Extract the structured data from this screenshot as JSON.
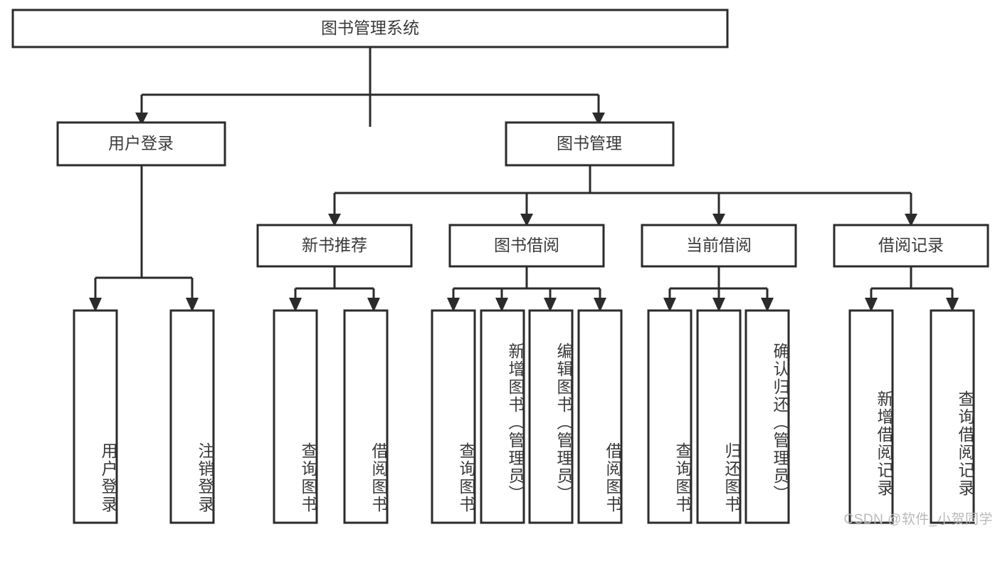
{
  "diagram": {
    "type": "tree",
    "title": "图书管理系统",
    "root": {
      "id": "root",
      "label": "图书管理系统"
    },
    "level2": [
      {
        "id": "user-login",
        "label": "用户登录"
      },
      {
        "id": "book-manage",
        "label": "图书管理"
      }
    ],
    "level3": [
      {
        "id": "new-book-rec",
        "label": "新书推荐",
        "parent": "book-manage"
      },
      {
        "id": "book-borrow",
        "label": "图书借阅",
        "parent": "book-manage"
      },
      {
        "id": "current-borrow",
        "label": "当前借阅",
        "parent": "book-manage"
      },
      {
        "id": "borrow-record",
        "label": "借阅记录",
        "parent": "book-manage"
      }
    ],
    "leaves": [
      {
        "id": "leaf-user-login",
        "label": "用户登录",
        "parent": "user-login"
      },
      {
        "id": "leaf-logout-login",
        "label": "注销登录",
        "parent": "user-login"
      },
      {
        "id": "leaf-query-book-1",
        "label": "查询图书",
        "parent": "new-book-rec"
      },
      {
        "id": "leaf-borrow-book-1",
        "label": "借阅图书",
        "parent": "new-book-rec"
      },
      {
        "id": "leaf-query-book-2",
        "label": "查询图书",
        "parent": "book-borrow"
      },
      {
        "id": "leaf-add-book",
        "label": "新增图书（管理员）",
        "parent": "book-borrow"
      },
      {
        "id": "leaf-edit-book",
        "label": "编辑图书（管理员）",
        "parent": "book-borrow"
      },
      {
        "id": "leaf-borrow-book-2",
        "label": "借阅图书",
        "parent": "book-borrow"
      },
      {
        "id": "leaf-query-book-3",
        "label": "查询图书",
        "parent": "current-borrow"
      },
      {
        "id": "leaf-return-book",
        "label": "归还图书",
        "parent": "current-borrow"
      },
      {
        "id": "leaf-confirm-return",
        "label": "确认归还（管理员）",
        "parent": "current-borrow"
      },
      {
        "id": "leaf-add-record",
        "label": "新增借阅记录",
        "parent": "borrow-record"
      },
      {
        "id": "leaf-query-record",
        "label": "查询借阅记录",
        "parent": "borrow-record"
      }
    ]
  },
  "watermark": {
    "text": "CSDN @软件_小贺同学"
  },
  "colors": {
    "stroke": "#2b2b2b",
    "node_fill": "#ffffff",
    "text": "#3a3a3a",
    "background": "#ffffff",
    "watermark": "#b9b9b9"
  }
}
